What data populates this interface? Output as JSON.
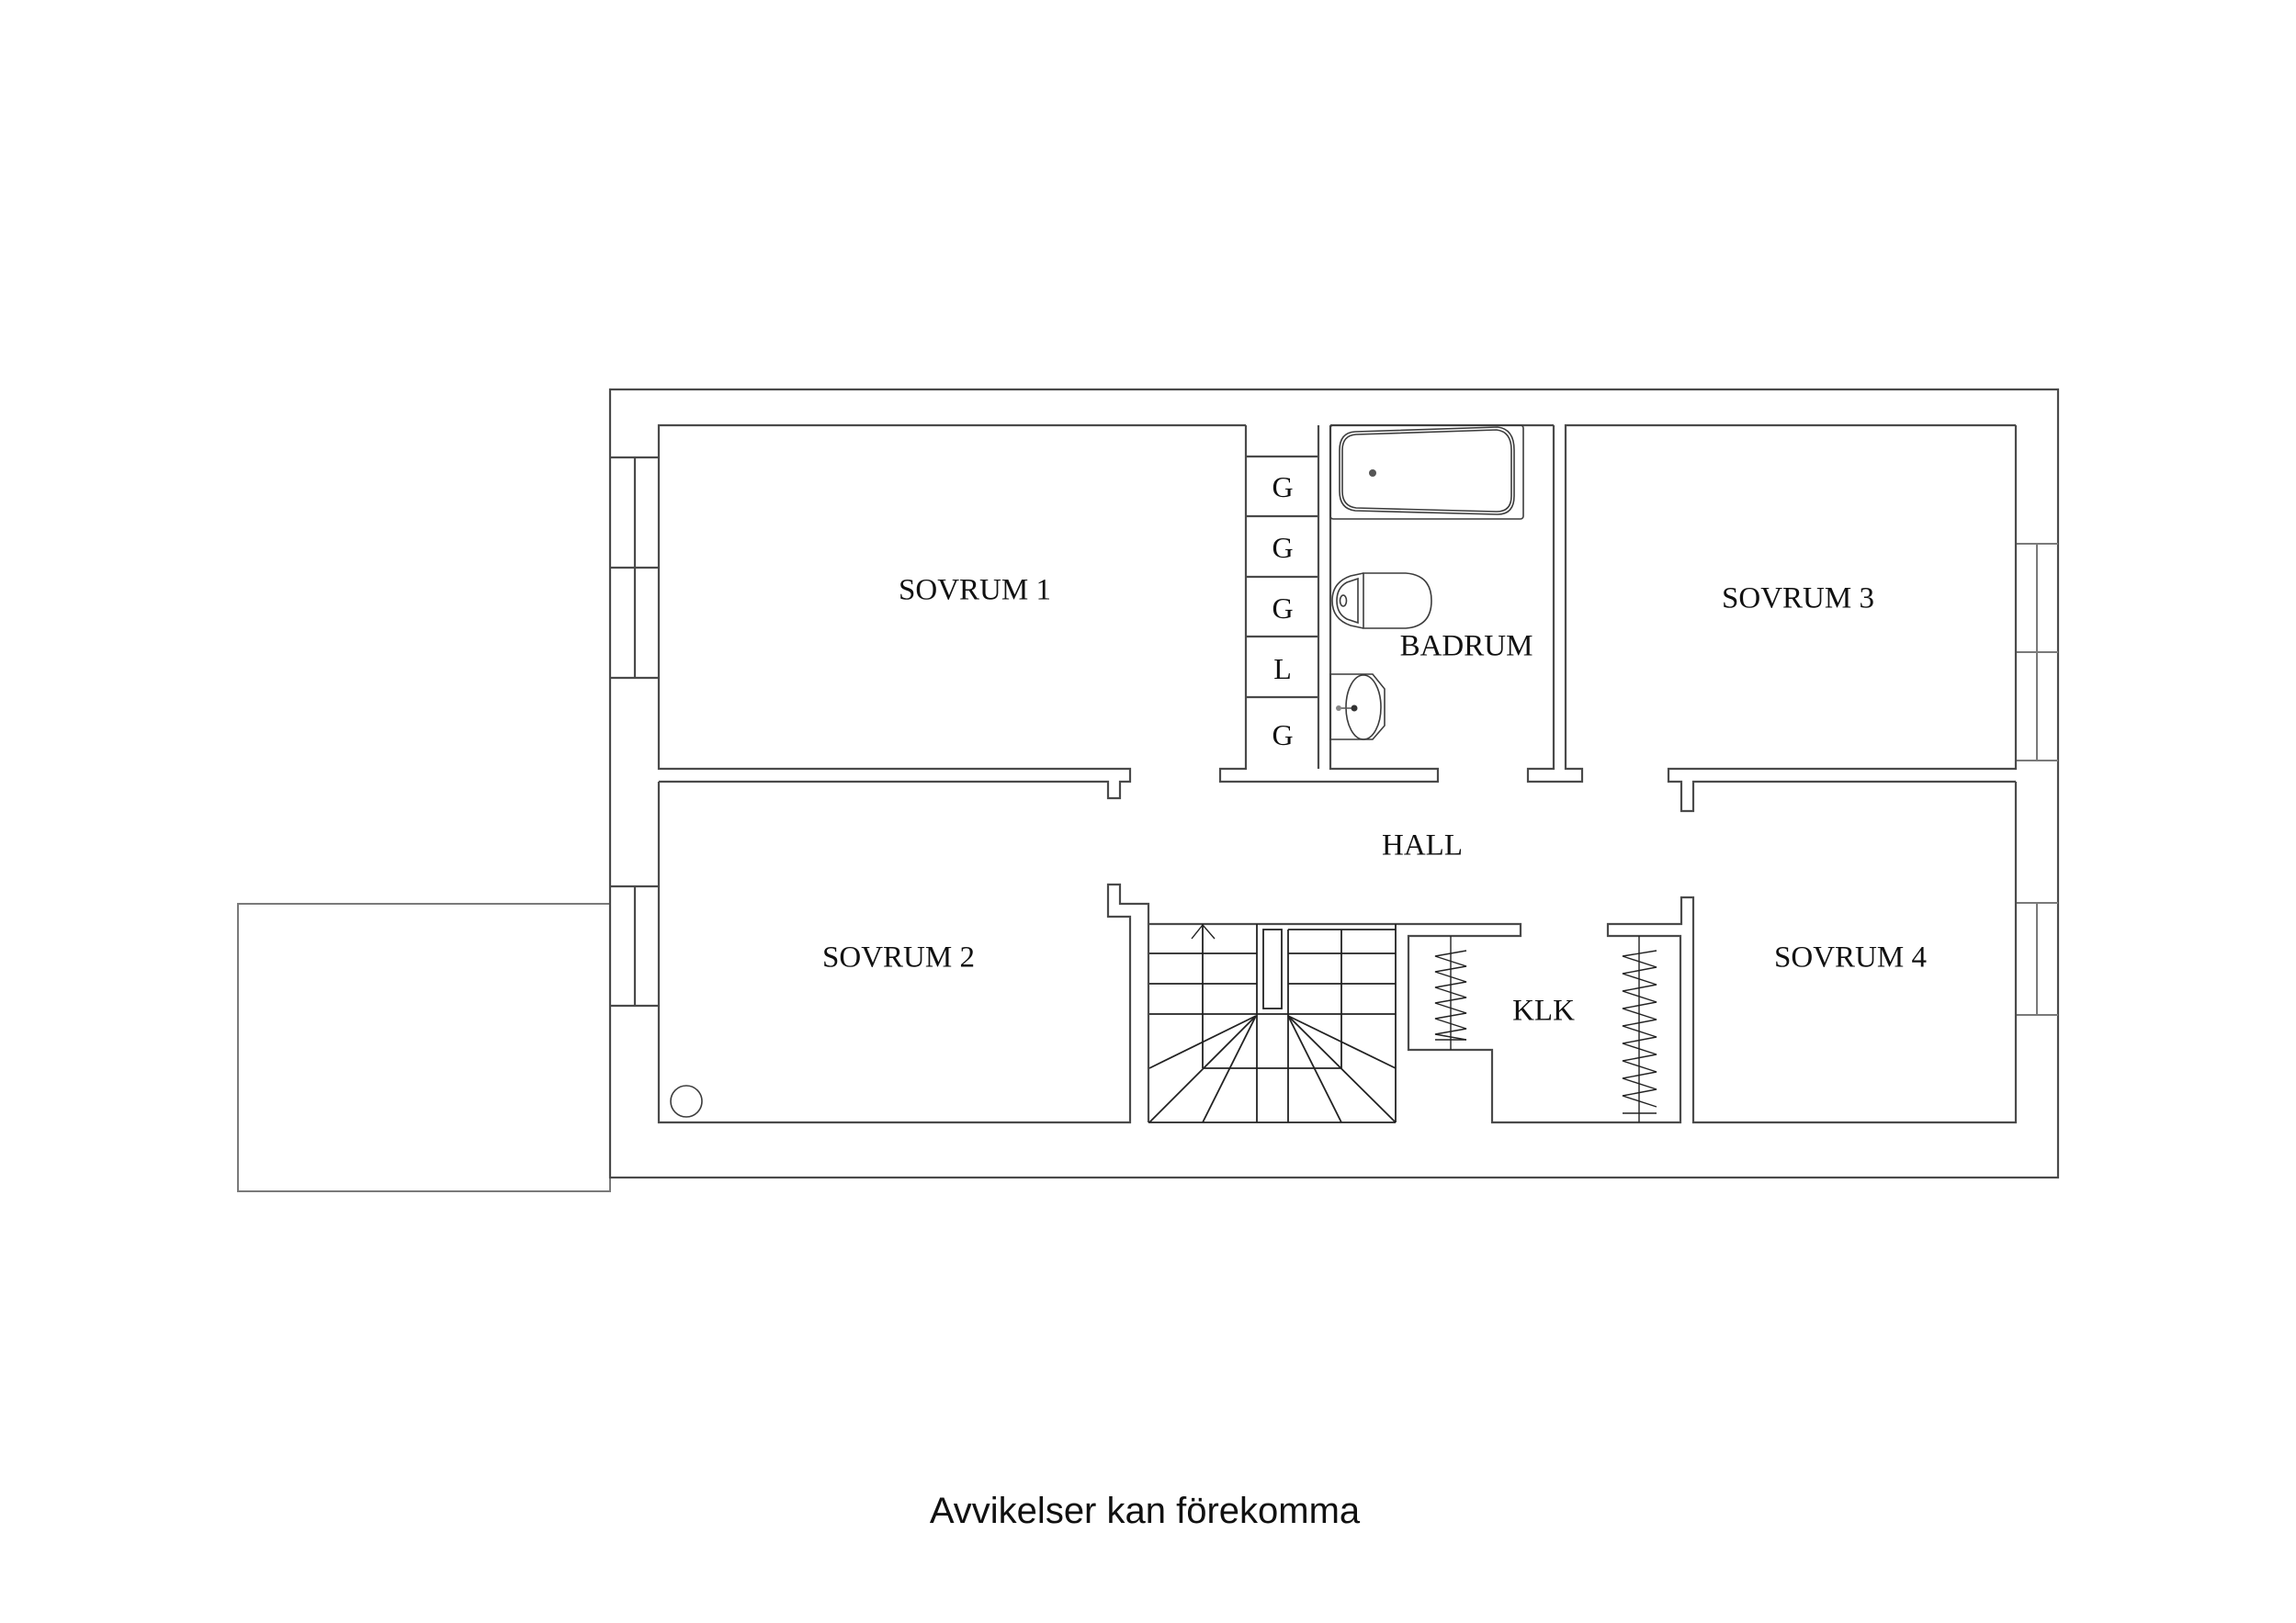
{
  "plan": {
    "rooms": {
      "sovrum1": "SOVRUM 1",
      "sovrum2": "SOVRUM 2",
      "sovrum3": "SOVRUM 3",
      "sovrum4": "SOVRUM 4",
      "badrum": "BADRUM",
      "hall": "HALL",
      "klk": "KLK"
    },
    "closet_labels": [
      "G",
      "G",
      "G",
      "L",
      "G"
    ],
    "icons": {
      "bathtub": "bathtub-icon",
      "toilet": "toilet-icon",
      "sink": "sink-icon",
      "staircase": "staircase-icon",
      "wardrobe": "wardrobe-icon",
      "chimney": "circle-icon"
    }
  },
  "footer": {
    "disclaimer": "Avvikelser kan förekomma"
  },
  "colors": {
    "background": "#ffffff",
    "lines": "#4a4a4a",
    "text": "#111111"
  }
}
